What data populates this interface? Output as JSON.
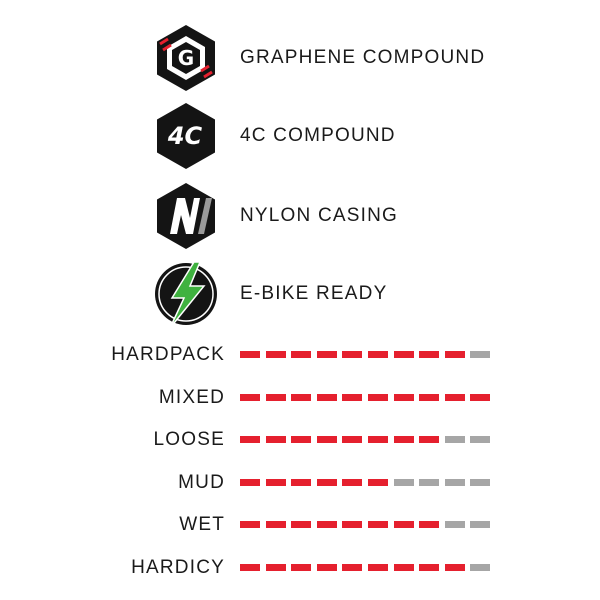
{
  "features": [
    {
      "id": "graphene",
      "label": "GRAPHENE COMPOUND",
      "badge_text": "G",
      "icon": "graphene-g-icon"
    },
    {
      "id": "4c",
      "label": "4C COMPOUND",
      "badge_text": "4C",
      "icon": "4c-icon"
    },
    {
      "id": "nylon",
      "label": "NYLON CASING",
      "badge_text": "N",
      "icon": "nylon-n-icon"
    },
    {
      "id": "ebike",
      "label": "E-BIKE READY",
      "icon": "lightning-bolt-icon"
    }
  ],
  "ratings": {
    "segments_total": 10,
    "rows": [
      {
        "label": "HARDPACK",
        "filled": 9
      },
      {
        "label": "MIXED",
        "filled": 10
      },
      {
        "label": "LOOSE",
        "filled": 8
      },
      {
        "label": "MUD",
        "filled": 6
      },
      {
        "label": "WET",
        "filled": 8
      },
      {
        "label": "HARDICY",
        "filled": 9
      }
    ]
  },
  "colors": {
    "filled": "#e5202e",
    "empty": "#a6a6a6",
    "badge_dark": "#141414",
    "accent_red": "#e5202e",
    "bolt_green": "#3fb23f"
  }
}
